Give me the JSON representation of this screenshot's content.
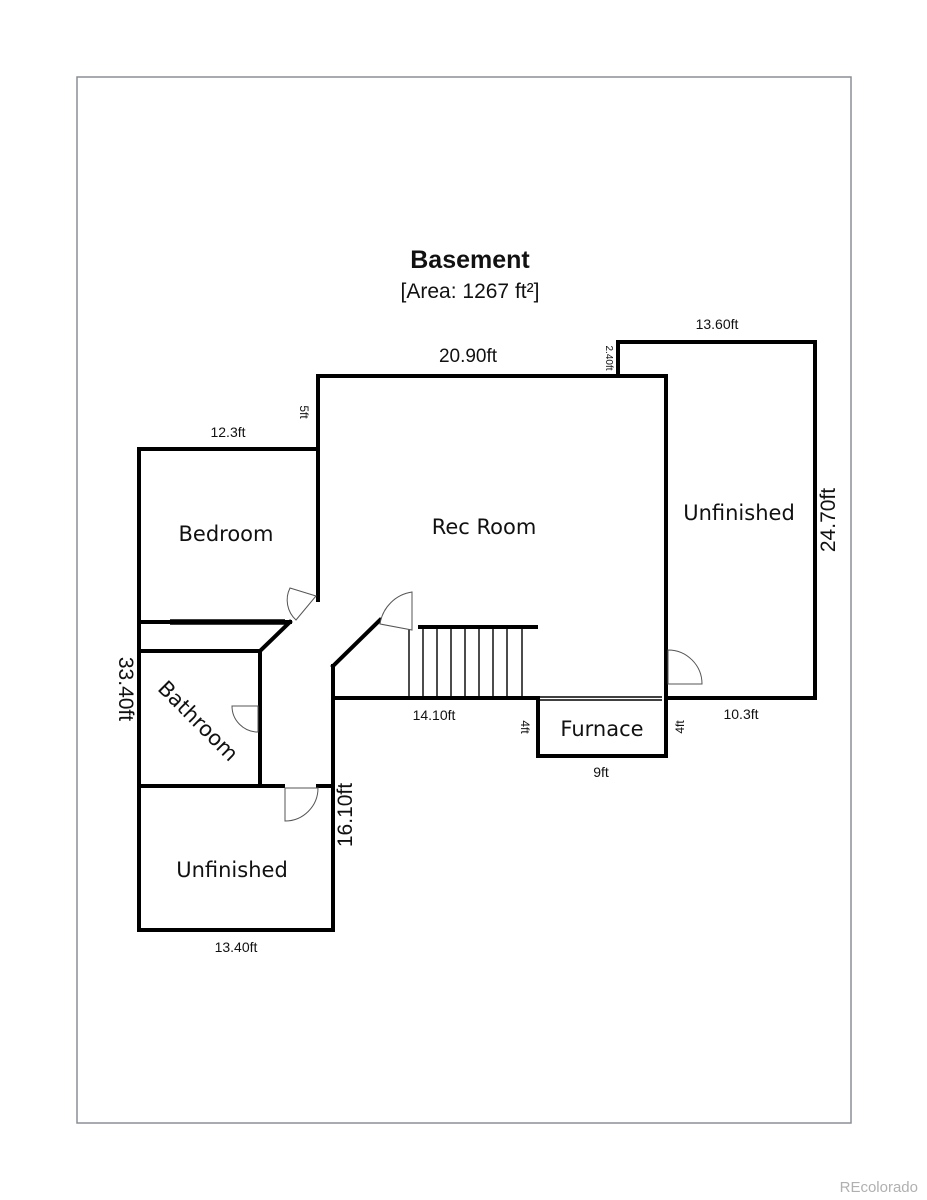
{
  "plan": {
    "title": "Basement",
    "area": "[Area: 1267 ft²]",
    "rooms": {
      "rec_room": "Rec Room",
      "bedroom": "Bedroom",
      "bathroom": "Bathroom",
      "unfinished_right": "Unfinished",
      "unfinished_left": "Unfinished",
      "furnace": "Furnace"
    },
    "dimensions": {
      "top_main": "20.90ft",
      "top_right": "13.60ft",
      "jog_top": "2.40ft",
      "jog_left": "5ft",
      "bedroom_top": "12.3ft",
      "right_side": "24.70ft",
      "left_side": "33.40ft",
      "rec_bottom": "14.10ft",
      "furnace_left": "4ft",
      "furnace_right": "4ft",
      "furnace_bottom": "9ft",
      "right_bottom": "10.3ft",
      "stair_side": "16.10ft",
      "bottom_left": "13.40ft"
    }
  },
  "watermark": "REcolorado",
  "colors": {
    "frame": "#8a8f96",
    "walls": "#000000",
    "watermark": "#b0b0b0"
  }
}
